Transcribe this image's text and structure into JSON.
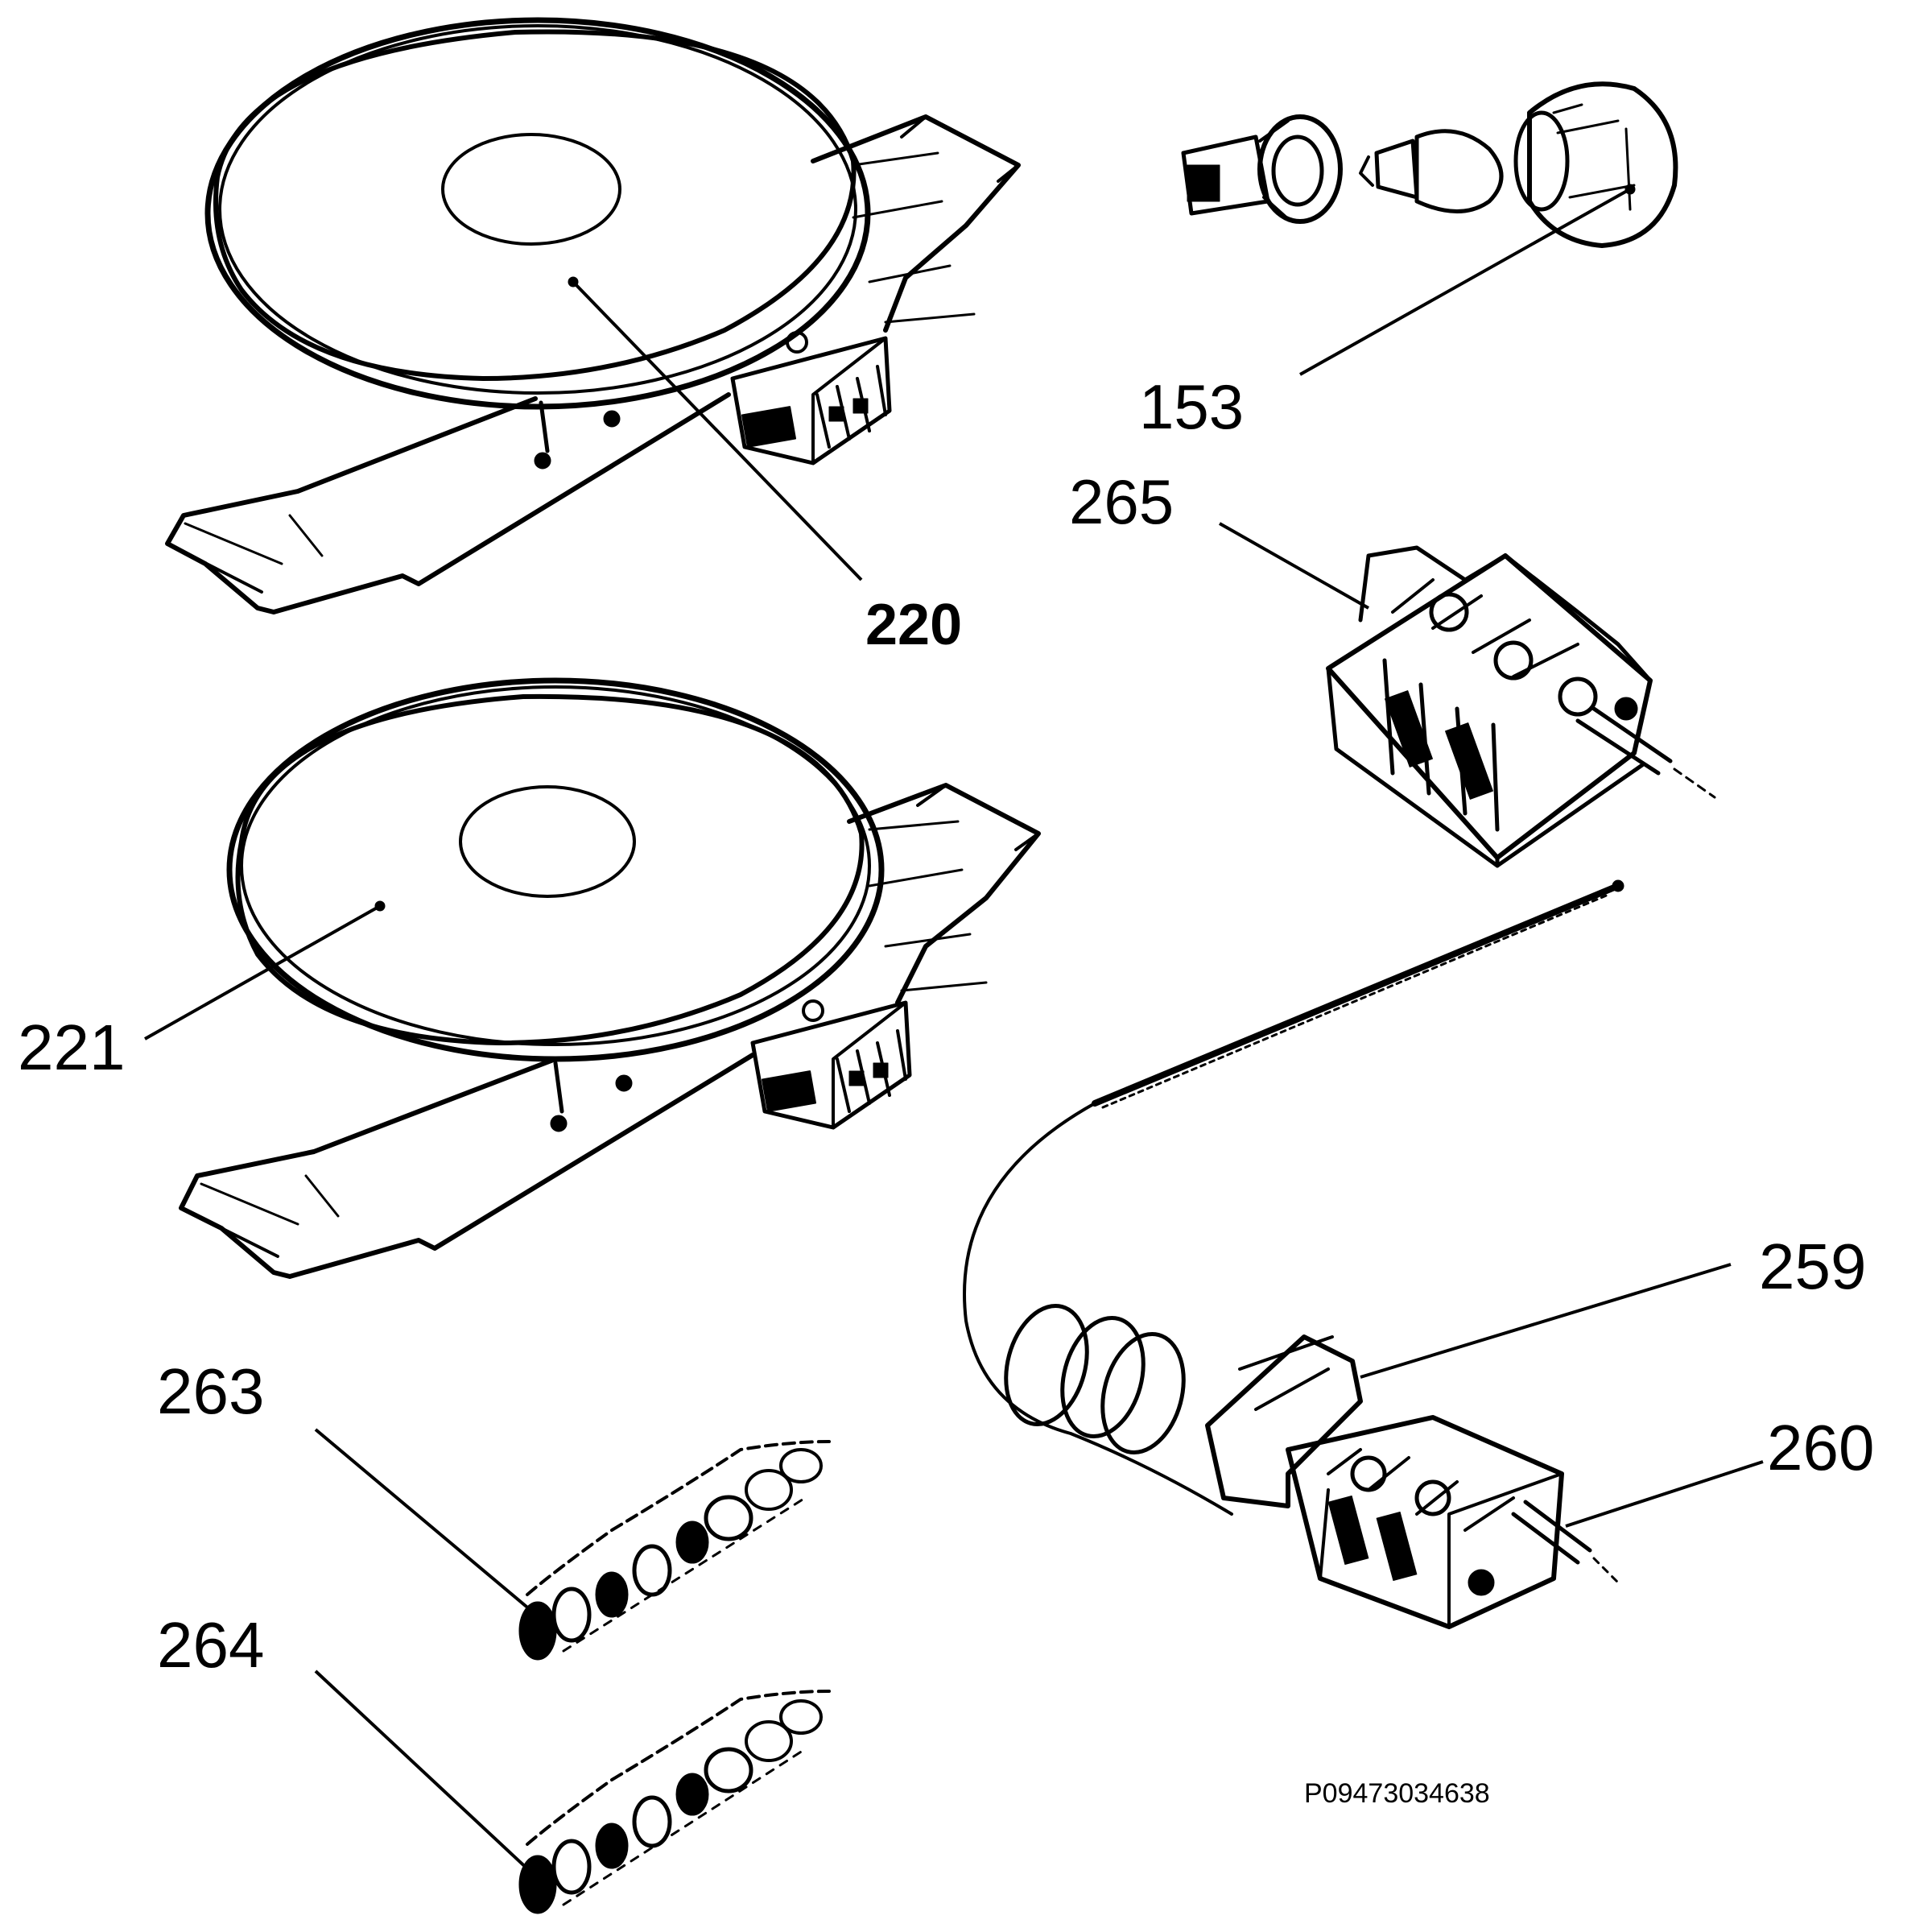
{
  "callouts": [
    {
      "id": "153",
      "label": "153",
      "part": "oven lamp assembly"
    },
    {
      "id": "265",
      "label": "265",
      "part": "selector switch"
    },
    {
      "id": "220",
      "label": "220",
      "part": "hotplate"
    },
    {
      "id": "221",
      "label": "221",
      "part": "hotplate"
    },
    {
      "id": "259",
      "label": "259",
      "part": "thermostat"
    },
    {
      "id": "260",
      "label": "260",
      "part": "thermostat shaft"
    },
    {
      "id": "263",
      "label": "263",
      "part": "connector"
    },
    {
      "id": "264",
      "label": "264",
      "part": "connector"
    }
  ],
  "reference_code": "P09473034638",
  "colors": {
    "ink": "#000000",
    "paper": "#ffffff"
  }
}
